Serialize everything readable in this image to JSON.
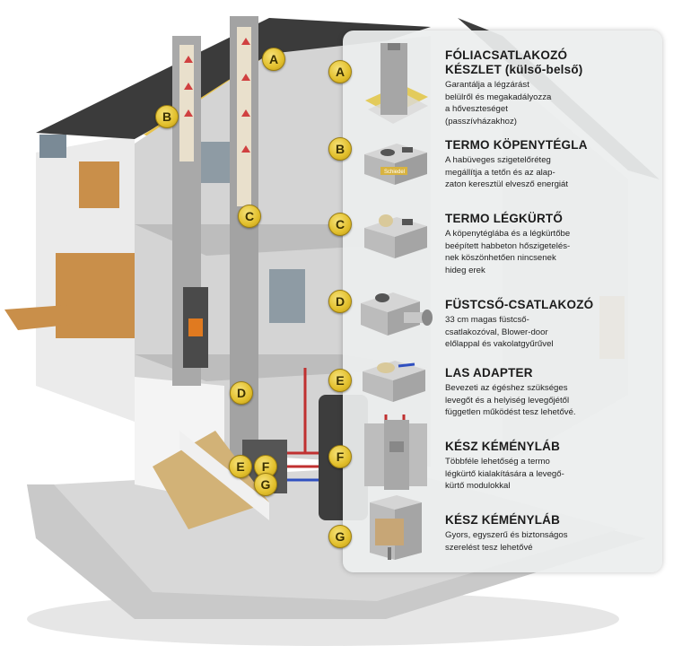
{
  "markers_house": [
    "A",
    "B",
    "C",
    "D",
    "E",
    "F",
    "G"
  ],
  "items": [
    {
      "letter": "A",
      "title_line1": "FÓLIACSATLAKOZÓ",
      "title_line2": "KÉSZLET (külső-belső)",
      "desc": [
        "Garantálja a légzárást",
        "belülről és megakadályozza",
        "a hőveszteséget",
        "(passzívházakhoz)"
      ]
    },
    {
      "letter": "B",
      "title_line1": "TERMO KÖPENYTÉGLA",
      "title_line2": "",
      "desc": [
        "A habüveges szigetelőréteg",
        "megállítja a tetőn és az alap-",
        "zaton keresztül elvesző energiát"
      ]
    },
    {
      "letter": "C",
      "title_line1": "TERMO LÉGKÜRTŐ",
      "title_line2": "",
      "desc": [
        "A köpenytéglába és a légkürtőbe",
        "beépített habbeton hőszigetelés-",
        "nek köszönhetően nincsenek",
        "hideg erek"
      ]
    },
    {
      "letter": "D",
      "title_line1": "FÜSTCSŐ-CSATLAKOZÓ",
      "title_line2": "",
      "desc": [
        "33 cm magas füstcső-",
        "csatlakozóval, Blower-door",
        "előlappal és vakolatgyűrűvel"
      ]
    },
    {
      "letter": "E",
      "title_line1": "LAS ADAPTER",
      "title_line2": "",
      "desc": [
        "Bevezeti az égéshez szükséges",
        "levegőt és a helyiség levegőjétől",
        "független működést tesz lehetővé."
      ]
    },
    {
      "letter": "F",
      "title_line1": "KÉSZ KÉMÉNYLÁB",
      "title_line2": "",
      "desc": [
        "Többféle lehetőség a termo",
        "légkürtő kialakítására a levegő-",
        "kürtő modulokkal"
      ]
    },
    {
      "letter": "G",
      "title_line1": "KÉSZ KÉMÉNYLÁB",
      "title_line2": "",
      "desc": [
        "Gyors, egyszerű és biztonságos",
        "szerelést tesz lehetővé"
      ]
    }
  ],
  "brand_label": "Schiedel"
}
